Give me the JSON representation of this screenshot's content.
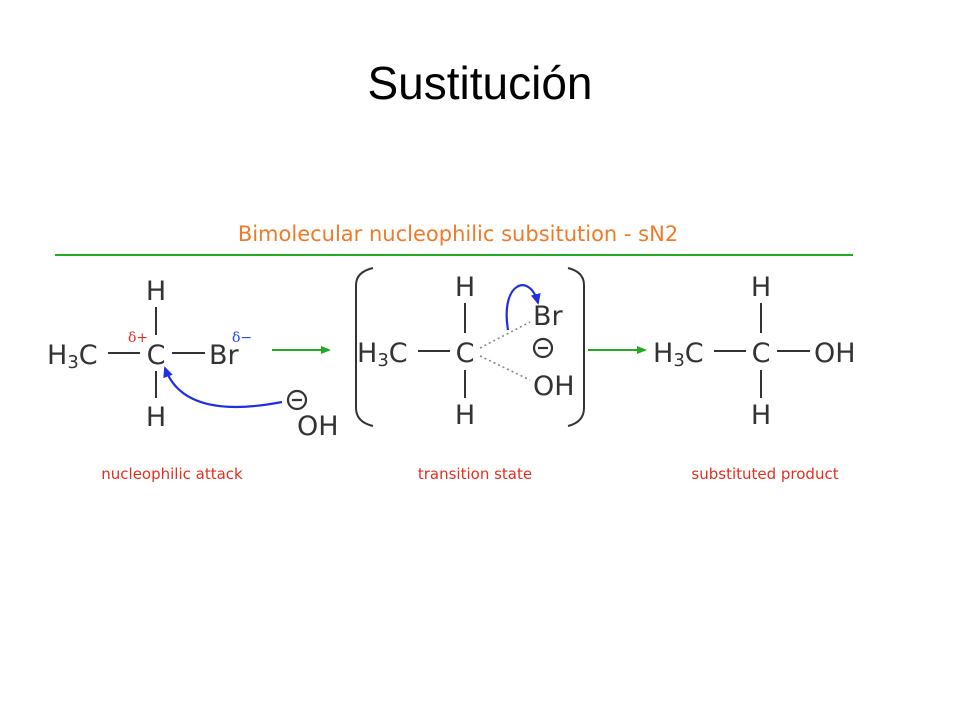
{
  "slide": {
    "title": "Sustitución"
  },
  "diagram": {
    "banner": "Bimolecular nucleophilic subsitution - sN2",
    "colors": {
      "banner": "#f07a28",
      "rule": "#22aa22",
      "reaction_arrow": "#22aa22",
      "curly_arrow": "#2030e0",
      "delta_positive": "#e03020",
      "delta_negative": "#2244ff",
      "caption": "#e03020",
      "atoms": "#333333"
    },
    "reactant": {
      "h_top": "H",
      "h_bottom": "H",
      "methyl_h": "H",
      "methyl_sub": "3",
      "methyl_c": "C",
      "carbon": "C",
      "leaving_group": "Br",
      "delta_plus": "δ+",
      "delta_minus": "δ−",
      "nucleophile": "OH",
      "caption": "nucleophilic attack"
    },
    "transition_state": {
      "h_top": "H",
      "h_bottom": "H",
      "methyl_h": "H",
      "methyl_sub": "3",
      "methyl_c": "C",
      "carbon": "C",
      "leaving_group": "Br",
      "nucleophile": "OH",
      "caption": "transition state"
    },
    "product": {
      "h_top": "H",
      "h_bottom": "H",
      "methyl_h": "H",
      "methyl_sub": "3",
      "methyl_c": "C",
      "carbon": "C",
      "substituent": "OH",
      "caption": "substituted product"
    }
  }
}
